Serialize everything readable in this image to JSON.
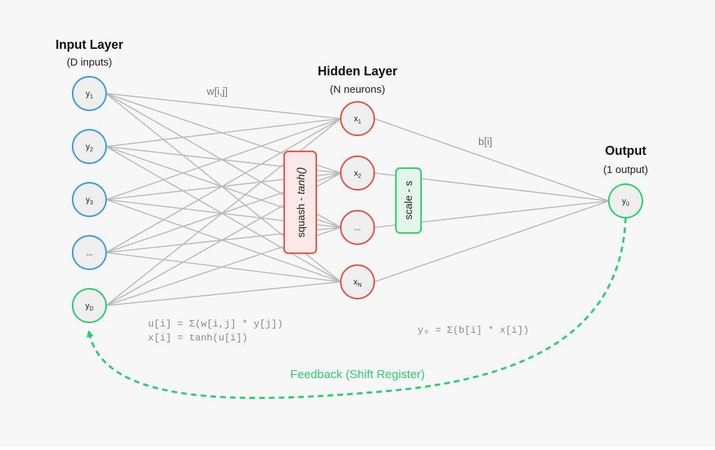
{
  "input_layer": {
    "title": "Input Layer",
    "subtitle": "(D inputs)"
  },
  "hidden_layer": {
    "title": "Hidden Layer",
    "subtitle": "(N neurons)"
  },
  "output_layer": {
    "title": "Output",
    "subtitle": "(1 output)"
  },
  "inputs": [
    {
      "base": "y",
      "sub": "1",
      "kind": "input"
    },
    {
      "base": "y",
      "sub": "2",
      "kind": "input"
    },
    {
      "base": "y",
      "sub": "3",
      "kind": "input"
    },
    {
      "base": "...",
      "sub": "",
      "kind": "input"
    },
    {
      "base": "y",
      "sub": "D",
      "kind": "feedback"
    }
  ],
  "hidden": [
    {
      "base": "x",
      "sub": "1"
    },
    {
      "base": "x",
      "sub": "2"
    },
    {
      "base": "...",
      "sub": ""
    },
    {
      "base": "x",
      "sub": "N"
    }
  ],
  "output": {
    "base": "y",
    "sub": "0"
  },
  "labels": {
    "weights_in": "w[i,j]",
    "weights_out": "b[i]",
    "squash": "squash - ",
    "squash_fn": "tanh()",
    "scale": "scale - s",
    "feedback": "Feedback (Shift Register)"
  },
  "equations": {
    "hidden_line1": "u[i] = Σ(w[i,j] * y[j])",
    "hidden_line2": "x[i] = tanh(u[i])",
    "output": "y₀ = Σ(b[i] * x[i])"
  },
  "colors": {
    "input_ring": "#3b9ddd",
    "hidden_ring": "#e05548",
    "feedback_ring": "#2ecc71",
    "edge": "#b9b9b9"
  }
}
